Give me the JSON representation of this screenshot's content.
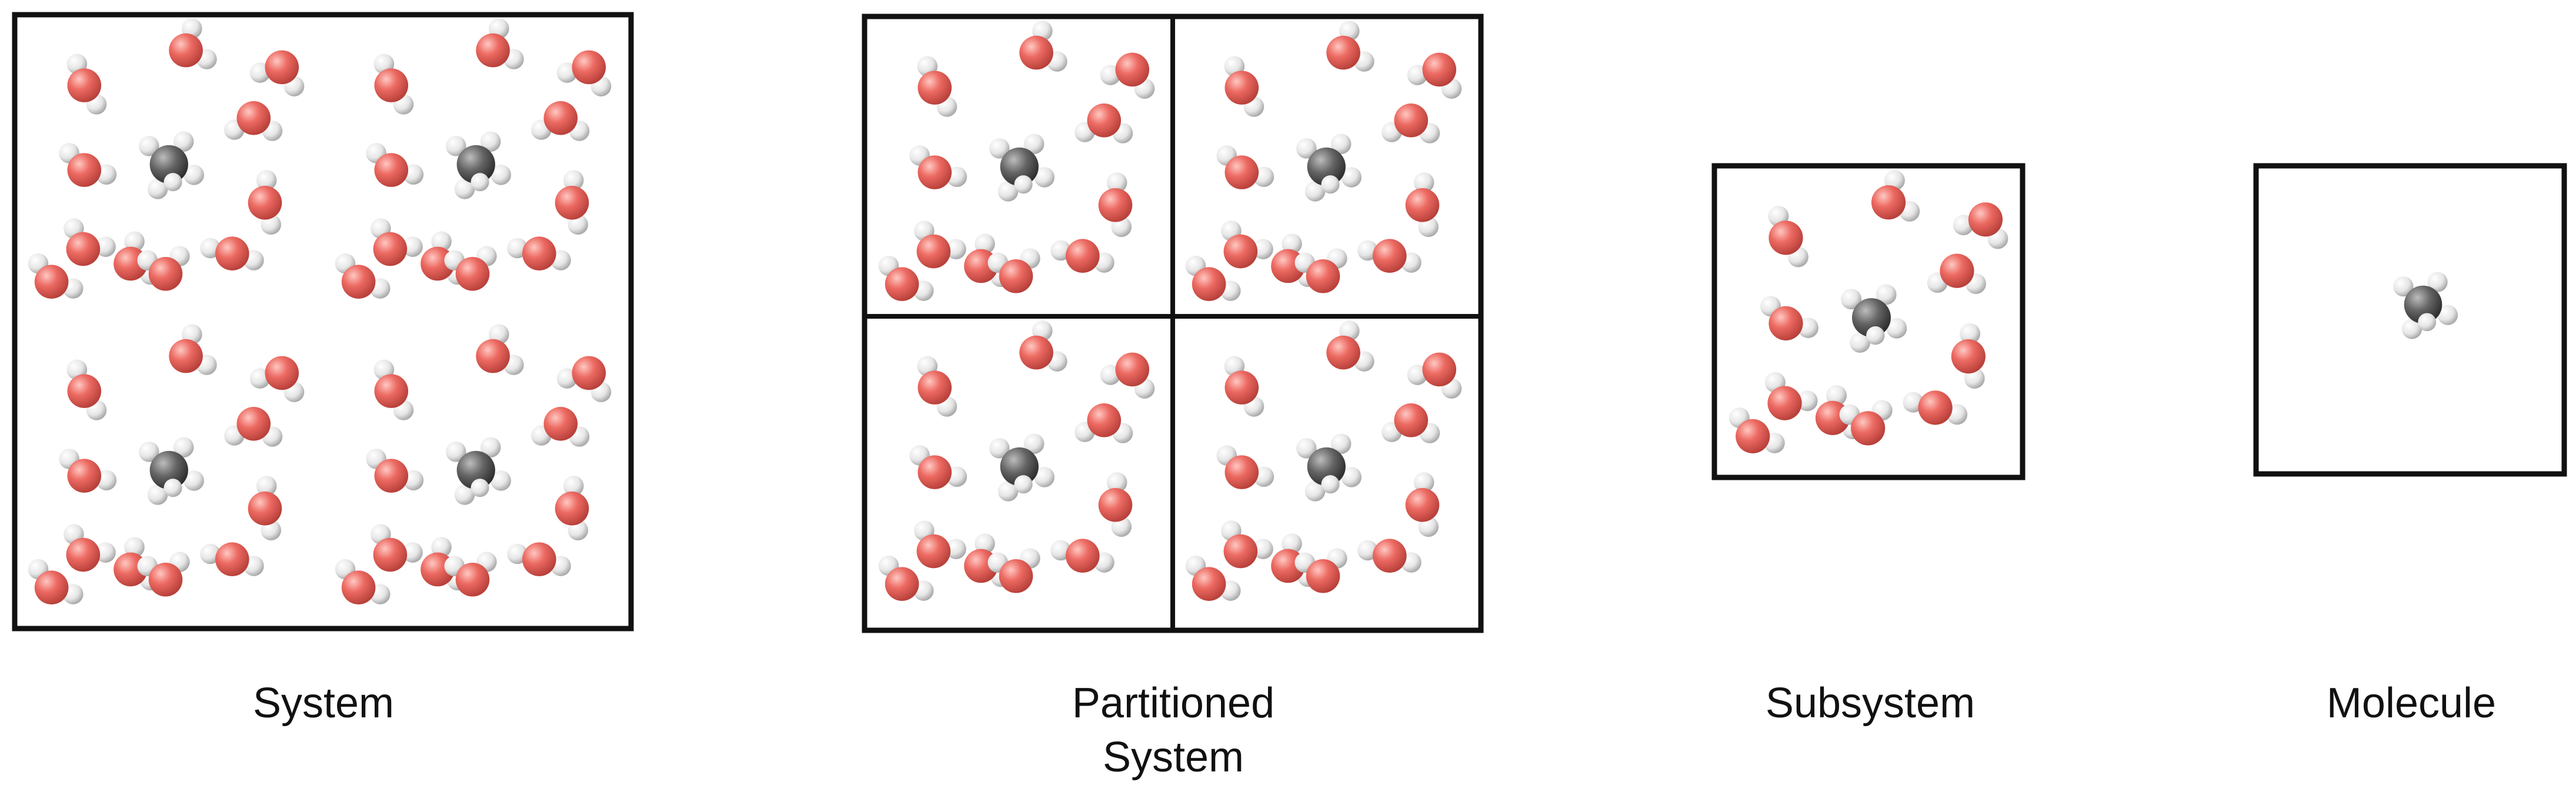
{
  "colors": {
    "oxygen": "#e8635b",
    "hydrogen": "#ececec",
    "carbon": "#5d5d5d",
    "frame": "#111111",
    "background": "#ffffff"
  },
  "panels": {
    "system": {
      "label": "System"
    },
    "partitioned": {
      "label_line1": "Partitioned",
      "label_line2": "System"
    },
    "subsystem": {
      "label": "Subsystem"
    },
    "molecule": {
      "label": "Molecule"
    }
  }
}
